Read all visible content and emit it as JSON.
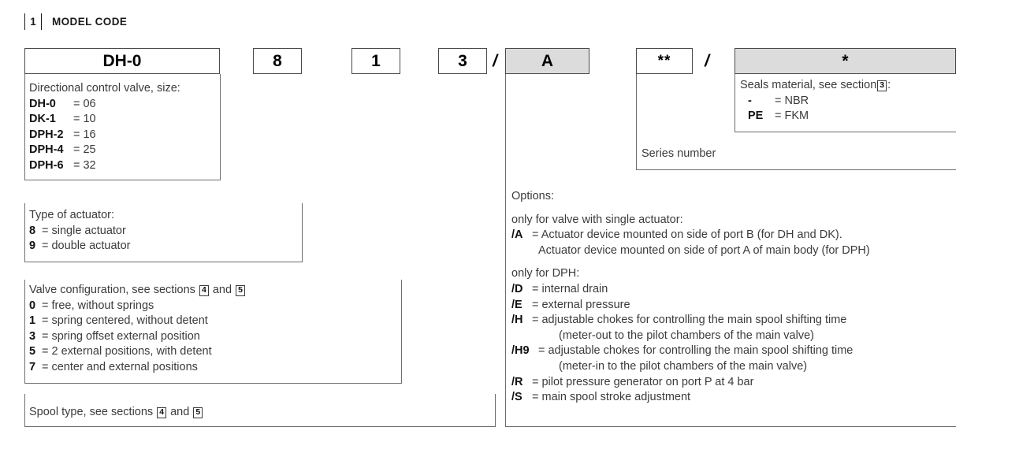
{
  "section": {
    "badge": "1",
    "title": "MODEL CODE"
  },
  "code_boxes": [
    {
      "name": "model-box",
      "value": "DH-0",
      "shaded": false
    },
    {
      "name": "actuator-box",
      "value": "8",
      "shaded": false
    },
    {
      "name": "config-box",
      "value": "1",
      "shaded": false
    },
    {
      "name": "spool-box",
      "value": "3",
      "shaded": false
    },
    {
      "name": "options-box",
      "value": "A",
      "shaded": true
    },
    {
      "name": "series-box",
      "value": "**",
      "shaded": false
    },
    {
      "name": "seals-box",
      "value": "*",
      "shaded": true
    }
  ],
  "separators": {
    "slash1": "/",
    "slash2": "/"
  },
  "size_block": {
    "title": "Directional control valve, size:",
    "rows": [
      {
        "key": "DH-0",
        "eq": "= 06"
      },
      {
        "key": "DK-1",
        "eq": "= 10"
      },
      {
        "key": "DPH-2",
        "eq": "= 16"
      },
      {
        "key": "DPH-4",
        "eq": "= 25"
      },
      {
        "key": "DPH-6",
        "eq": "= 32"
      }
    ]
  },
  "actuator_block": {
    "title": "Type of actuator:",
    "rows": [
      {
        "key": "8",
        "eq": "= single actuator"
      },
      {
        "key": "9",
        "eq": "= double actuator"
      }
    ]
  },
  "config_block": {
    "title_pre": "Valve configuration, see sections",
    "title_badge_a": "4",
    "title_mid": "and",
    "title_badge_b": "5",
    "rows": [
      {
        "key": "0",
        "eq": "= free, without springs"
      },
      {
        "key": "1",
        "eq": "= spring centered, without detent"
      },
      {
        "key": "3",
        "eq": "= spring offset external position"
      },
      {
        "key": "5",
        "eq": "= 2 external positions, with detent"
      },
      {
        "key": "7",
        "eq": "= center and external positions"
      }
    ]
  },
  "spool_block": {
    "title_pre": "Spool type, see sections",
    "title_badge_a": "4",
    "title_mid": "and",
    "title_badge_b": "5"
  },
  "options_block": {
    "heading": "Options:",
    "group1_title": "only for valve with single actuator:",
    "group1_rows": [
      {
        "key": "/A",
        "eq": "= Actuator device mounted on side of port B (for DH and DK)."
      },
      {
        "key": "",
        "eq": "Actuator device mounted on side of port A of main body (for DPH)",
        "indent": true
      }
    ],
    "group2_title": "only for DPH:",
    "group2_rows": [
      {
        "key": "/D",
        "eq": "= internal drain"
      },
      {
        "key": "/E",
        "eq": "= external pressure"
      },
      {
        "key": "/H",
        "eq": "= adjustable chokes for controlling the main spool shifting time"
      },
      {
        "key": "",
        "eq": "(meter-out to the pilot chambers of the main valve)",
        "indent": true
      },
      {
        "key": "/H9",
        "eq": "= adjustable chokes for controlling the main spool shifting time"
      },
      {
        "key": "",
        "eq": "(meter-in to the pilot chambers of the main valve)",
        "indent": true
      },
      {
        "key": "/R",
        "eq": "= pilot pressure generator on port P at 4 bar"
      },
      {
        "key": "/S",
        "eq": "= main spool stroke adjustment"
      }
    ]
  },
  "series_block": {
    "label": "Series number"
  },
  "seals_block": {
    "title_pre": "Seals material, see section",
    "title_badge": "3",
    "title_post": ":",
    "rows": [
      {
        "key": "-",
        "eq": "= NBR"
      },
      {
        "key": "PE",
        "eq": "= FKM"
      }
    ]
  },
  "colors": {
    "shaded_box": "#dcdcdc",
    "line": "#6d6d6d",
    "text": "#3b3b3b"
  }
}
